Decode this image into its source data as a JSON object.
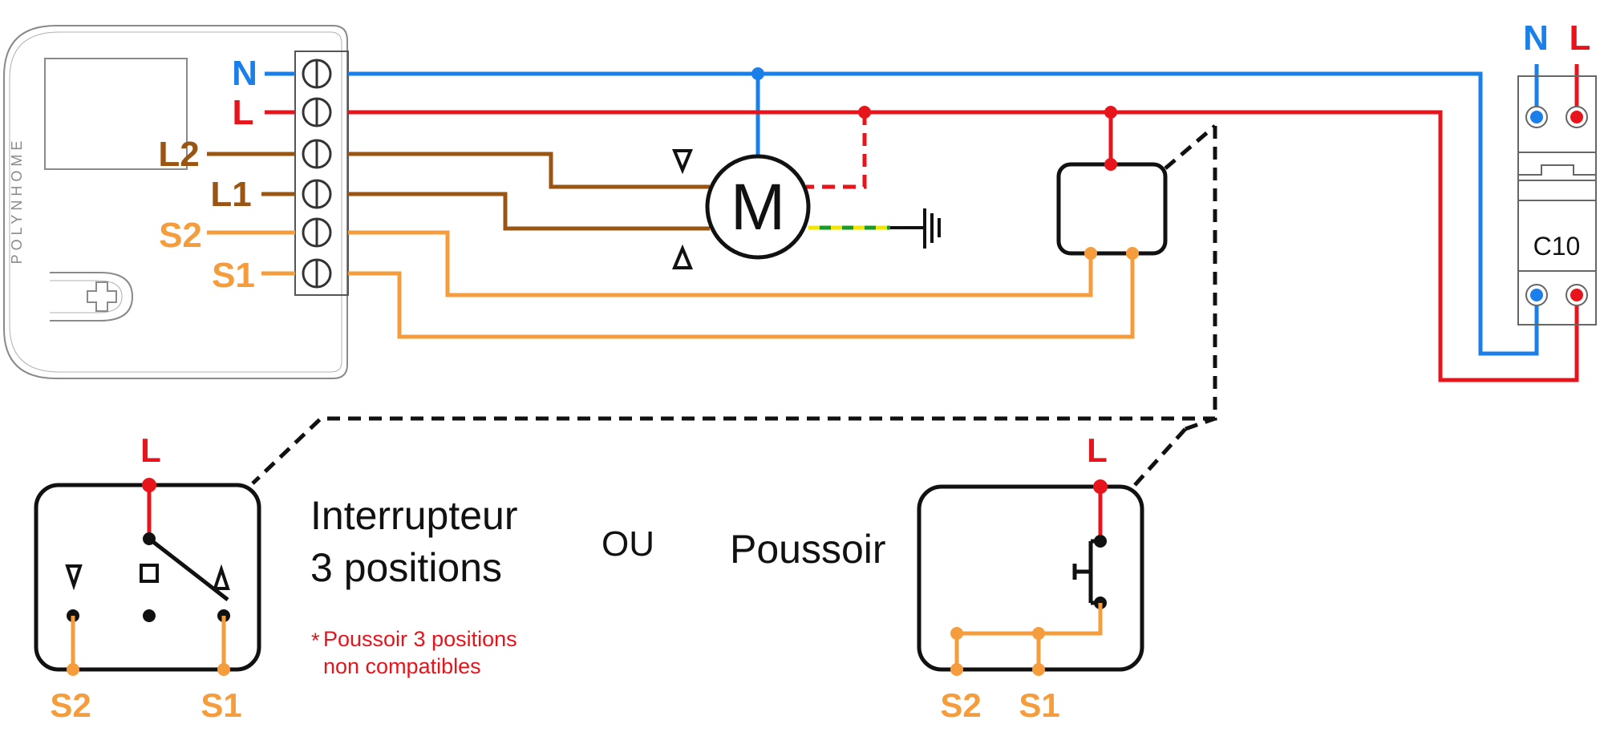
{
  "colors": {
    "neutral": "#1a7fe8",
    "live": "#e8141b",
    "motor": "#9a5512",
    "switch": "#f59d3c",
    "earth_green": "#1b9a2a",
    "earth_yellow": "#f2e600",
    "outline": "#111111",
    "device_grey": "#8a8a8a"
  },
  "module": {
    "brand": "POLYNHOME",
    "terminals": [
      "N",
      "L",
      "L2",
      "L1",
      "S2",
      "S1"
    ]
  },
  "motor": {
    "label": "M"
  },
  "breaker": {
    "label_n": "N",
    "label_l": "L",
    "rating": "C10"
  },
  "switch_3pos": {
    "title_line1": "Interrupteur",
    "title_line2": "3 positions",
    "note_line1": "Poussoir 3 positions",
    "note_line2": "non compatibles",
    "note_mark": "*",
    "label_l": "L",
    "label_s2": "S2",
    "label_s1": "S1"
  },
  "separator": "OU",
  "pushbutton": {
    "title": "Poussoir",
    "label_l": "L",
    "label_s2": "S2",
    "label_s1": "S1"
  }
}
